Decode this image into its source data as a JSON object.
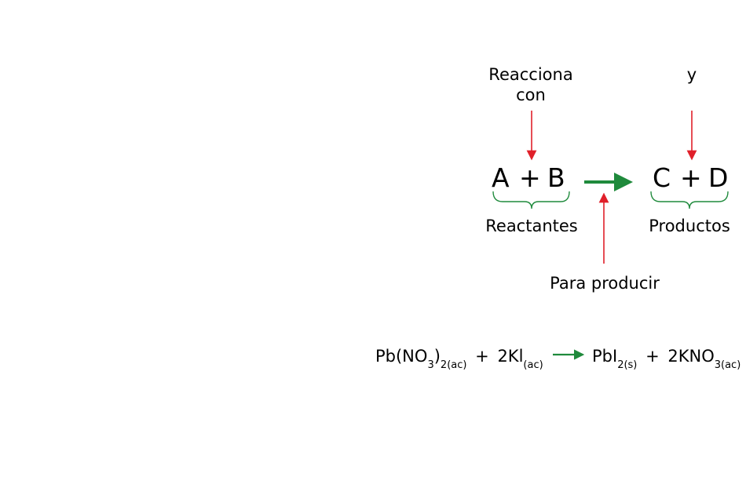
{
  "colors": {
    "text": "#000000",
    "arrow_red": "#e0202a",
    "arrow_green": "#1f8a3c",
    "brace_green": "#1f8a3c"
  },
  "general": {
    "label_reacts": "Reacciona con",
    "label_and": "y",
    "label_produce": "Para producir",
    "reactant_a": "A",
    "reactant_b": "B",
    "product_c": "C",
    "product_d": "D",
    "plus": "+",
    "label_reactants": "Reactantes",
    "label_products": "Productos"
  },
  "example": {
    "term1": "Pb(NO",
    "term1_sub1": "3",
    "term1_close": ")",
    "term1_sub2": "2(ac)",
    "plus1": "+",
    "term2": "2Kl",
    "term2_sub": "(ac)",
    "term3": "PbI",
    "term3_sub": "2(s)",
    "plus2": "+",
    "term4": "2KNO",
    "term4_sub": "3(ac)"
  }
}
